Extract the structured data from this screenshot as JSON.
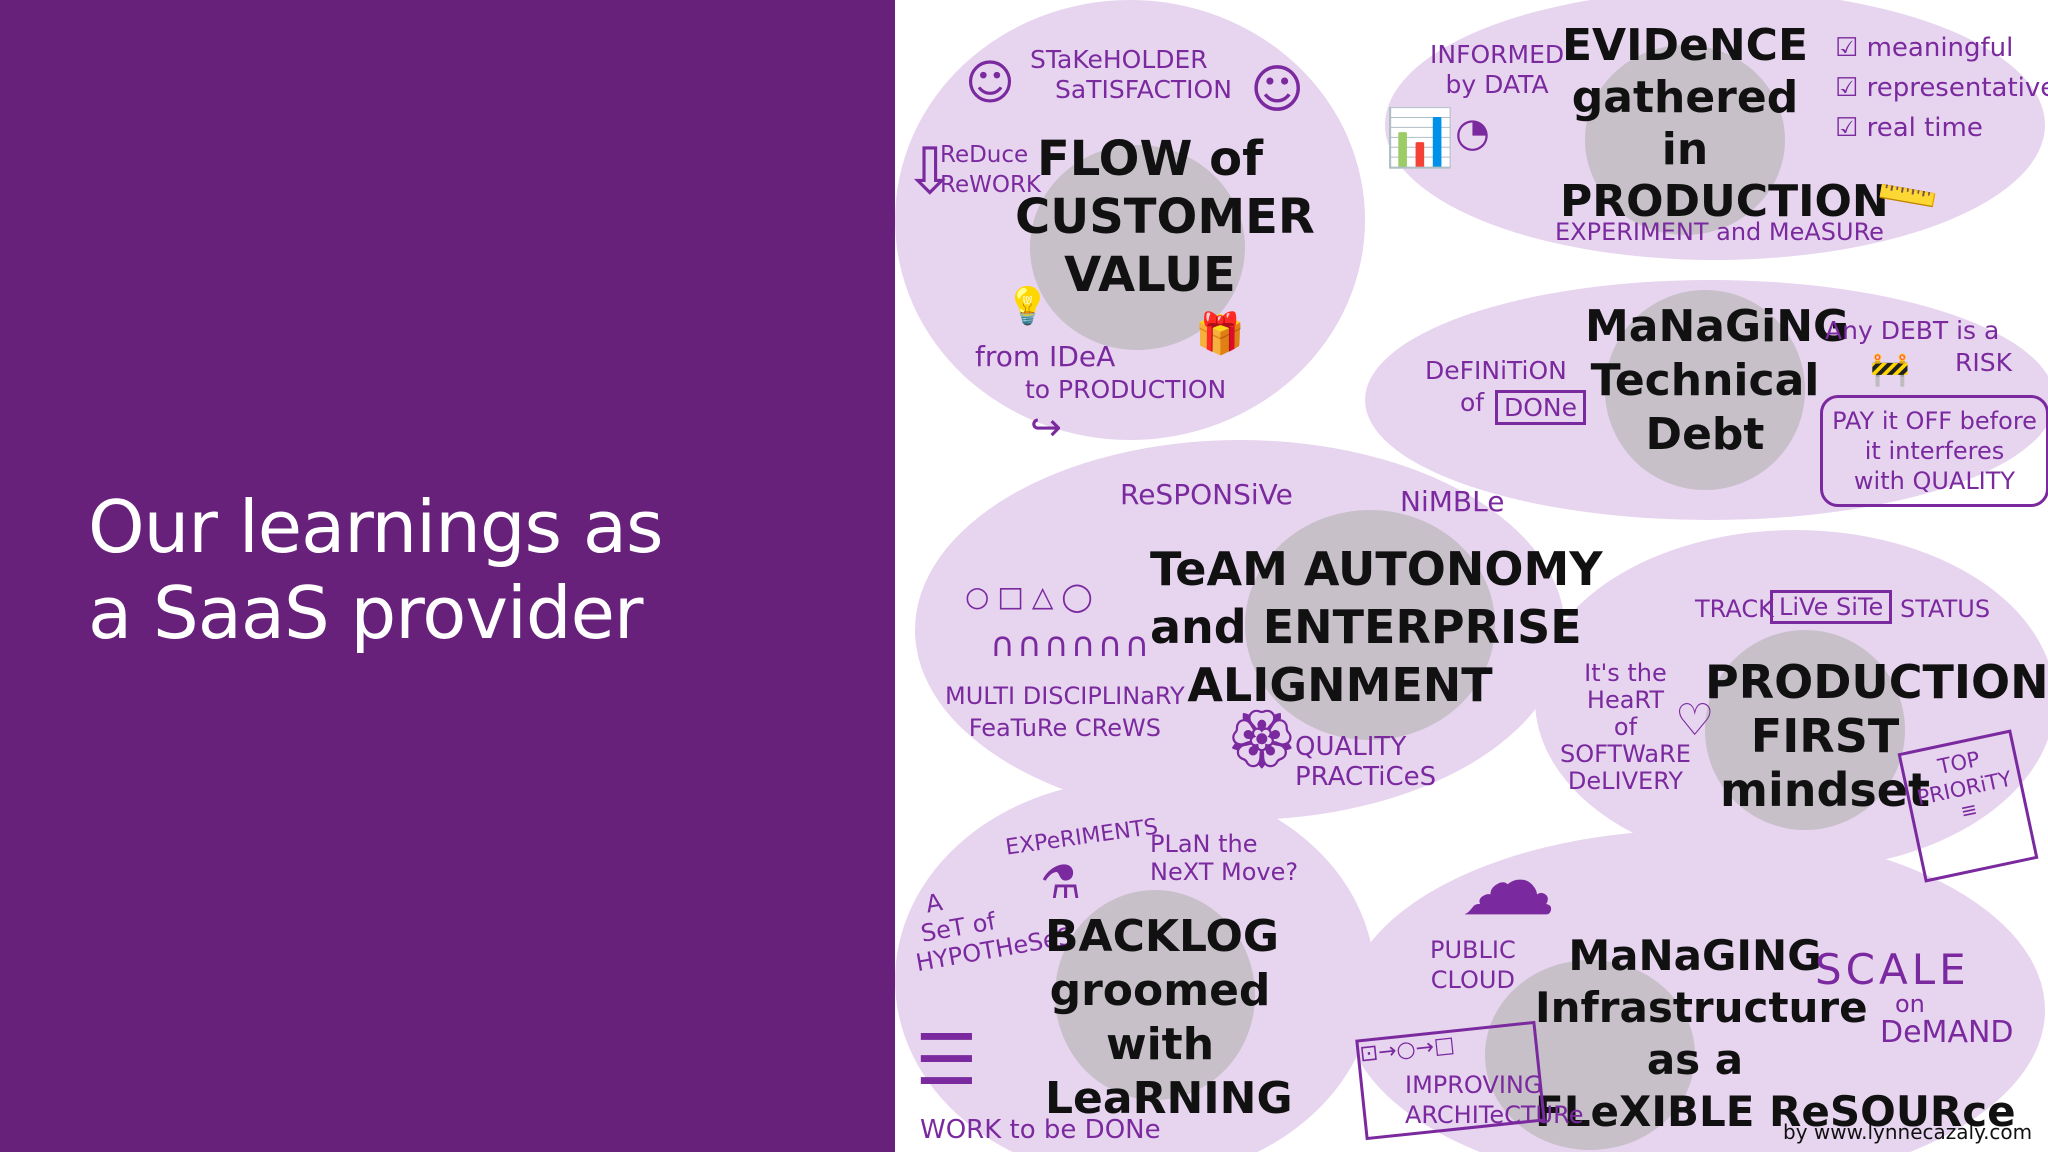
{
  "slide": {
    "title_lines": [
      "Our learnings as",
      "a SaaS provider"
    ],
    "background": "#68217a"
  },
  "sketch": {
    "flow": {
      "title_lines": [
        "FLOW of",
        "CUSTOMER",
        "VALUE"
      ],
      "stakeholder": [
        "STaKeHOLDER",
        "SaTISFACTION"
      ],
      "reduce": [
        "ReDuce",
        "ReWORK"
      ],
      "from_idea": "from IDeA",
      "to_production": "to PRODUCTION"
    },
    "evidence": {
      "title_lines": [
        "EVIDeNCE",
        "gathered",
        "in",
        "PRODUCTION"
      ],
      "informed": [
        "INFORMED",
        "by DATA"
      ],
      "checks": [
        "meaningful",
        "representative",
        "real time"
      ],
      "experiment": "EXPERIMENT and MeASURe"
    },
    "debt": {
      "title_lines": [
        "MaNaGiNG",
        "Technical",
        "Debt"
      ],
      "definition": [
        "DeFINiTiON",
        "of"
      ],
      "done": "DONe",
      "any_debt": [
        "Any DEBT is a",
        "RISK"
      ],
      "pay": [
        "PAY it OFF before",
        "it interferes",
        "with QUALITY"
      ]
    },
    "team": {
      "title_lines": [
        "TeAM AUTONOMY",
        "and ENTERPRISE",
        "ALIGNMENT"
      ],
      "responsive": "ReSPONSiVe",
      "nimble": "NiMBLe",
      "crews": [
        "MULTI DISCIPLINaRY",
        "FeaTuRe CReWS"
      ],
      "quality": [
        "QUALITY",
        "PRACTiCeS"
      ]
    },
    "prod_first": {
      "title_lines": [
        "PRODUCTION-",
        "FIRST",
        "mindset"
      ],
      "track": "TRACK",
      "live_site": "LiVe SiTe",
      "status": "STATUS",
      "heart": [
        "It's the",
        "HeaRT",
        "of",
        "SOFTWaRE",
        "DeLIVERY"
      ],
      "top_priority": [
        "TOP",
        "PRIORiTY"
      ]
    },
    "backlog": {
      "title_lines": [
        "BACKLOG",
        "groomed",
        "with",
        "LeaRNING"
      ],
      "hypotheses": [
        "A",
        "SeT of",
        "HYPOTHeSeS"
      ],
      "experiments": "EXPeRIMENTS",
      "plan": [
        "PLaN the",
        "NeXT Move?"
      ],
      "work": "WORK to be DONe"
    },
    "infra": {
      "title_lines": [
        "MaNaGING",
        "Infrastructure",
        "as a",
        "FLeXIBLE ReSOURce"
      ],
      "public": [
        "PUBLIC",
        "CLOUD"
      ],
      "improving": [
        "IMPROVING",
        "ARCHITeCTURe"
      ],
      "scale": "SCALE",
      "on": "on",
      "demand": "DeMAND"
    },
    "credit": "by www.lynnecazaly.com",
    "colors": {
      "ink": "#111111",
      "accent": "#7a2a9e",
      "bubble": "#e7d4ef",
      "core": "#c7c0c9"
    }
  }
}
